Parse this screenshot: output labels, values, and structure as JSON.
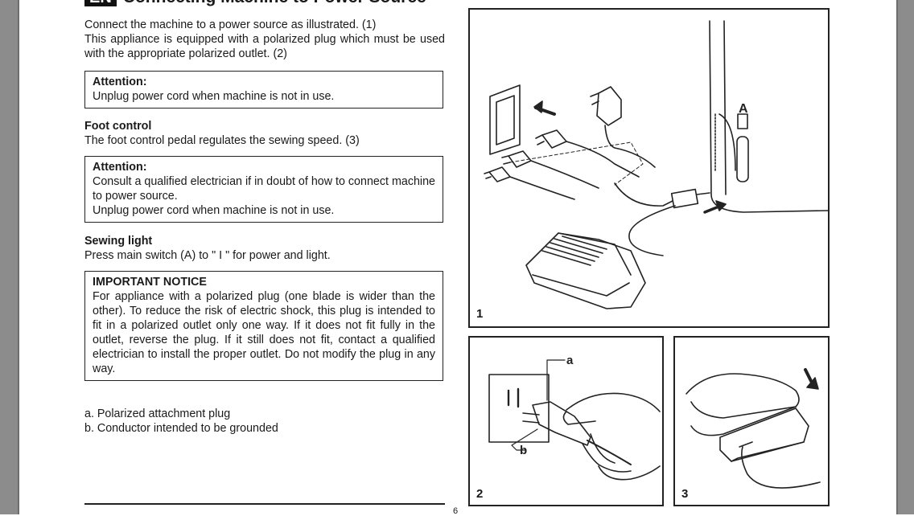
{
  "header": {
    "lang": "EN",
    "title": "Connecting Machine to Power Source"
  },
  "intro": [
    "Connect the machine to a power source as illustrated. (1)",
    "This appliance is equipped with a polarized plug which must be used with the appropriate polarized outlet. (2)"
  ],
  "attention1": {
    "title": "Attention:",
    "body": "Unplug power cord when machine is not in use."
  },
  "foot_control": {
    "title": "Foot control",
    "body": "The foot control pedal regulates the sewing speed. (3)"
  },
  "attention2": {
    "title": "Attention:",
    "body1": "Consult a qualified electrician if in doubt of how to connect machine to power source.",
    "body2": "Unplug power cord when machine is not in use."
  },
  "sewing_light": {
    "title": "Sewing light",
    "body": "Press main switch (A) to \" I \" for power and light."
  },
  "notice": {
    "title": "IMPORTANT NOTICE",
    "body": "For appliance with a polarized plug (one blade is wider than the other). To reduce the risk of electric shock, this plug is intended to fit in a polarized outlet only one way. If it does not fit fully in the outlet, reverse the plug. If it still does not fit, contact a qualified electrician to install the proper outlet. Do not modify the plug in any way."
  },
  "legend": {
    "a": "a. Polarized attachment plug",
    "b": "b. Conductor intended to be grounded"
  },
  "page_number": "6",
  "figures": {
    "fig1": {
      "number": "1",
      "label_a": "A"
    },
    "fig2": {
      "number": "2",
      "label_a": "a",
      "label_b": "b"
    },
    "fig3": {
      "number": "3"
    }
  }
}
